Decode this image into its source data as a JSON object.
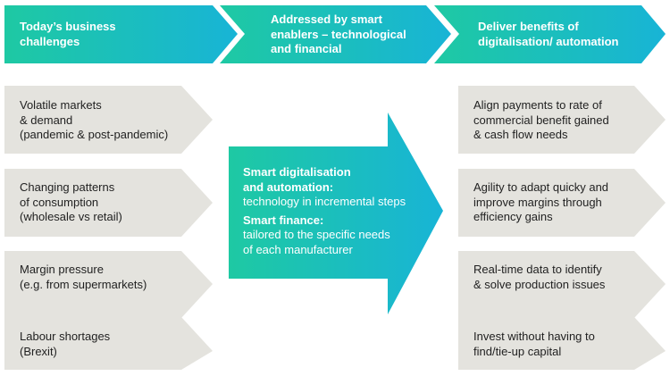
{
  "headers": [
    {
      "lines": [
        "Today’s business",
        "challenges"
      ]
    },
    {
      "lines": [
        "Addressed by smart",
        "enablers – technological",
        "and financial"
      ]
    },
    {
      "lines": [
        "Deliver benefits of",
        "digitalisation/ automation"
      ]
    }
  ],
  "challenges": [
    {
      "lines": [
        "Volatile markets",
        "& demand",
        "(pandemic & post-pandemic)"
      ]
    },
    {
      "lines": [
        "Changing patterns",
        "of consumption",
        "(wholesale vs retail)"
      ]
    },
    {
      "lines": [
        "Margin pressure",
        "(e.g. from supermarkets)"
      ]
    },
    {
      "lines": [
        "Labour shortages",
        "(Brexit)"
      ]
    }
  ],
  "enablers": {
    "digital_heading": [
      "Smart digitalisation",
      "and automation:"
    ],
    "digital_body": [
      "technology in incremental steps"
    ],
    "finance_heading": [
      "Smart finance:"
    ],
    "finance_body": [
      "tailored to the specific needs",
      "of each manufacturer"
    ]
  },
  "benefits": [
    {
      "lines": [
        "Align payments to rate of",
        "commercial benefit gained",
        "& cash flow needs"
      ]
    },
    {
      "lines": [
        "Agility to adapt quicky and",
        "improve margins through",
        "efficiency gains"
      ]
    },
    {
      "lines": [
        "Real-time data to identify",
        "& solve production issues"
      ]
    },
    {
      "lines": [
        "Invest without having to",
        "find/tie-up capital"
      ]
    }
  ],
  "colors": {
    "gradient_start": "#1ec9a3",
    "gradient_end": "#18b4d6",
    "box_fill": "#e4e3de",
    "header_text": "#ffffff",
    "body_text": "#222222"
  }
}
